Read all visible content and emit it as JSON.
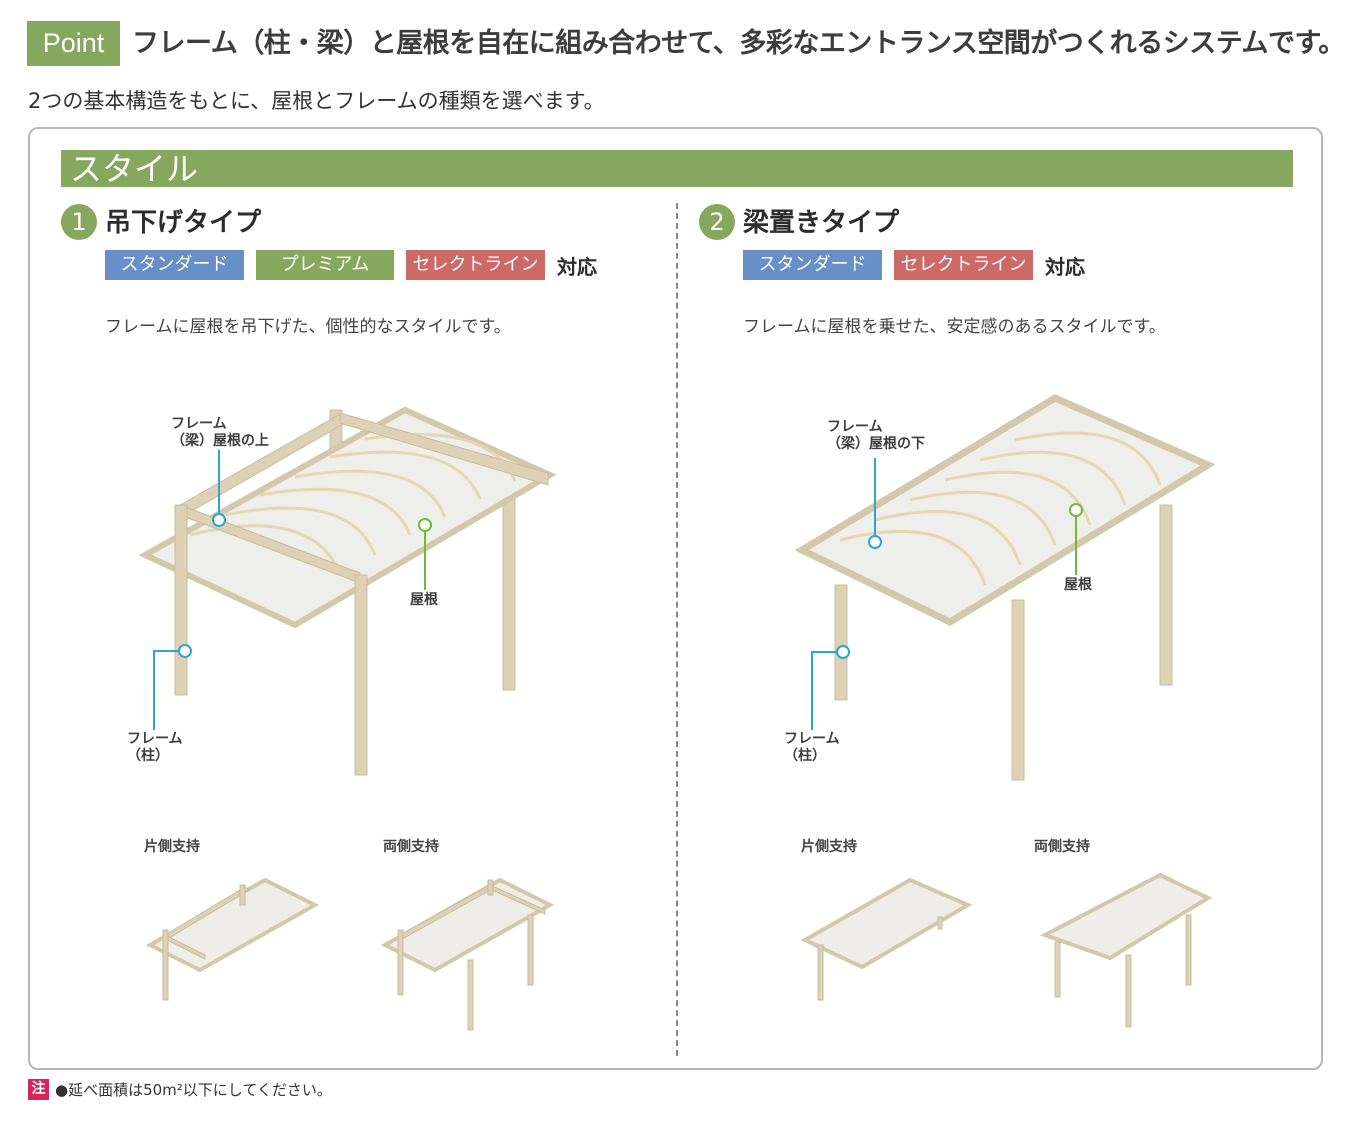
{
  "header": {
    "badge": "Point",
    "headline": "フレーム（柱・梁）と屋根を自在に組み合わせて、多彩なエントランス空間がつくれるシステムです。",
    "subline": "2つの基本構造をもとに、屋根とフレームの種類を選べます。"
  },
  "section": {
    "title": "スタイル"
  },
  "types": [
    {
      "number": "1",
      "name": "吊下げタイプ",
      "tags": [
        "スタンダード",
        "プレミアム",
        "セレクトライン"
      ],
      "tag_suffix": "対応",
      "description": "フレームに屋根を吊下げた、個性的なスタイルです。",
      "callouts": {
        "beam": "フレーム\n（梁）屋根の上",
        "beam_line1": "フレーム",
        "beam_line2": "（梁）屋根の上",
        "roof": "屋根",
        "post_line1": "フレーム",
        "post_line2": "（柱）"
      },
      "variants": [
        "片側支持",
        "両側支持"
      ]
    },
    {
      "number": "2",
      "name": "梁置きタイプ",
      "tags": [
        "スタンダード",
        "セレクトライン"
      ],
      "tag_suffix": "対応",
      "description": "フレームに屋根を乗せた、安定感のあるスタイルです。",
      "callouts": {
        "beam_line1": "フレーム",
        "beam_line2": "（梁）屋根の下",
        "roof": "屋根",
        "post_line1": "フレーム",
        "post_line2": "（柱）"
      },
      "variants": [
        "片側支持",
        "両側支持"
      ]
    }
  ],
  "note": {
    "badge": "注",
    "text": "●延べ面積は50m²以下にしてください。"
  },
  "colors": {
    "green": "#86a85e",
    "standard_blue": "#6690c7",
    "select_red": "#cb6a67",
    "callout_blue": "#2aa6cf",
    "callout_green": "#6fba3c",
    "note_pink": "#d9245b",
    "frame_beige": "#d8ccb0"
  }
}
